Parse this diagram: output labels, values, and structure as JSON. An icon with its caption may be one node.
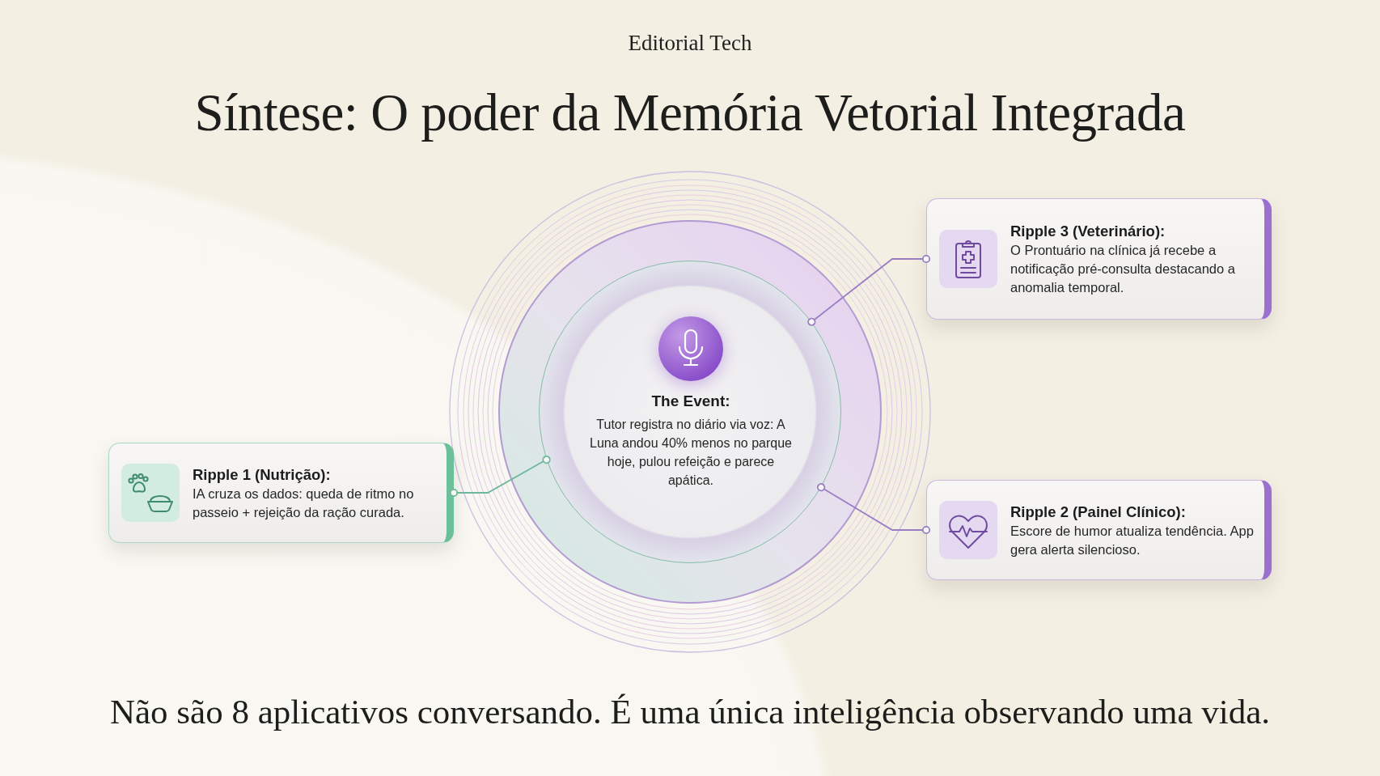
{
  "diagram": {
    "title": "Síntese: O poder da Memória Vetorial Integrada",
    "caption": "Não são 8 aplicativos conversando. É uma única inteligência observando uma vida.",
    "nodes": [
      {
        "text": [
          "The Event:",
          "Tutor registra no diário via voz: A Luna andou 40% menos no parque hoje, pulou refeição e parece apática."
        ]
      },
      {
        "text": [
          "Ripple 1 (Nutrição):",
          "IA cruza os dados: queda de ritmo no passeio + rejeição da ração curada."
        ]
      },
      {
        "text": [
          "Ripple 2 (Painel Clínico):",
          "Escore de humor atualiza tendência. App gera alerta silencioso."
        ]
      },
      {
        "text": [
          "Ripple 3 (Veterinário):",
          "O Prontuário na clínica já recebe a notificação pré-consulta destacando a anomalia temporal."
        ]
      }
    ],
    "edges": [
      {
        "from": 0,
        "to": 1,
        "arrow": "other",
        "color": "#6cb89a"
      },
      {
        "from": 0,
        "to": 2,
        "arrow": "other"
      },
      {
        "from": 0,
        "to": 3,
        "arrow": "other"
      }
    ],
    "labels": [
      "Editorial Tech"
    ]
  }
}
